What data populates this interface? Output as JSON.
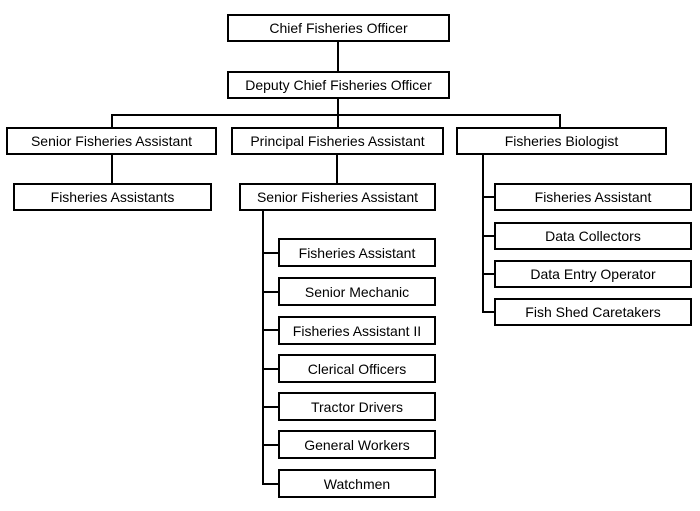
{
  "diagram": {
    "type": "org-chart",
    "colors": {
      "border": "#000000",
      "text": "#000000",
      "background": "#ffffff"
    },
    "org": {
      "chief": {
        "label": "Chief Fisheries Officer"
      },
      "deputy": {
        "label": "Deputy Chief Fisheries Officer"
      },
      "branches": [
        {
          "head": {
            "label": "Senior Fisheries Assistant"
          },
          "children": [
            {
              "label": "Fisheries Assistants"
            }
          ]
        },
        {
          "head": {
            "label": "Principal Fisheries Assistant"
          },
          "children": [
            {
              "label": "Senior Fisheries Assistant",
              "children": [
                {
                  "label": "Fisheries Assistant"
                },
                {
                  "label": "Senior Mechanic"
                },
                {
                  "label": "Fisheries Assistant II"
                },
                {
                  "label": "Clerical Officers"
                },
                {
                  "label": "Tractor Drivers"
                },
                {
                  "label": "General Workers"
                },
                {
                  "label": "Watchmen"
                }
              ]
            }
          ]
        },
        {
          "head": {
            "label": "Fisheries Biologist"
          },
          "children": [
            {
              "label": "Fisheries Assistant"
            },
            {
              "label": "Data Collectors"
            },
            {
              "label": "Data Entry Operator"
            },
            {
              "label": "Fish Shed Caretakers"
            }
          ]
        }
      ]
    }
  }
}
